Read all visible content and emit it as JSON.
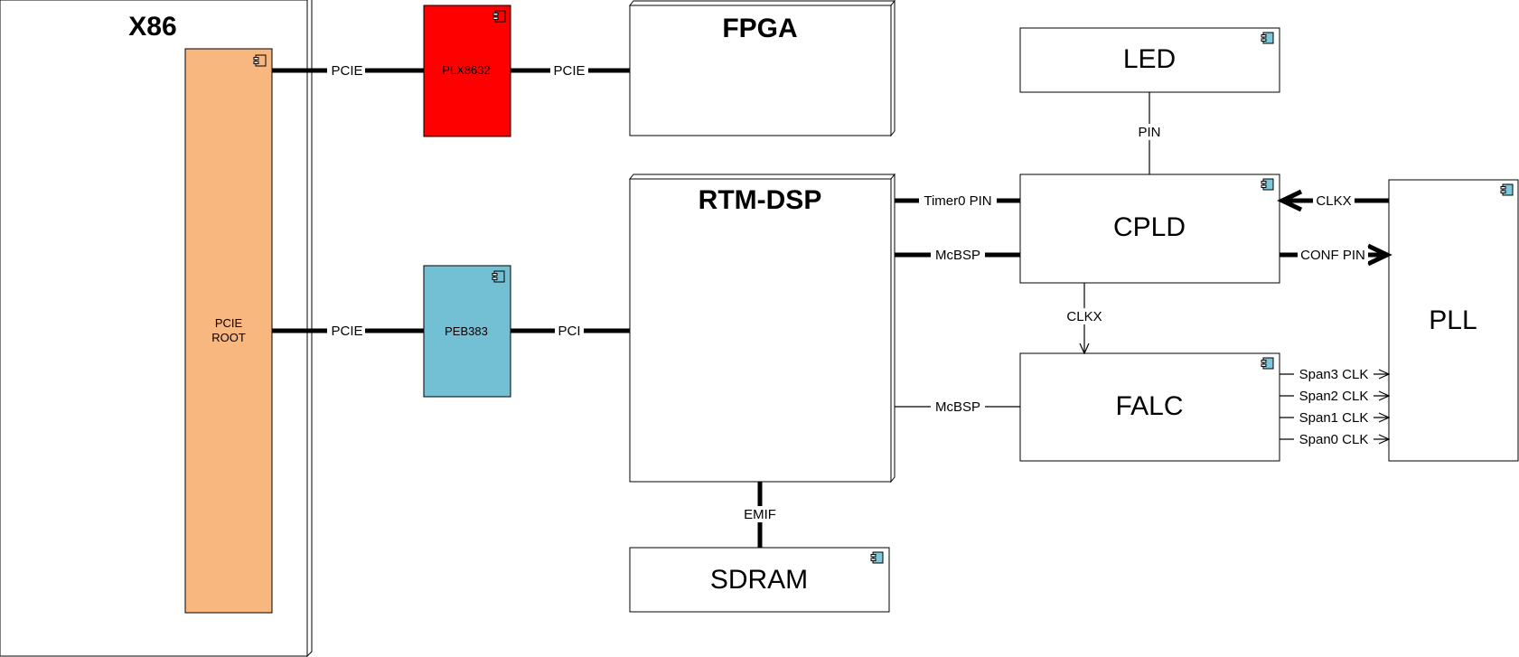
{
  "nodes": {
    "x86": "X86",
    "pcie_root": [
      "PCIE",
      "ROOT"
    ],
    "plx": "PLX8632",
    "peb": "PEB383",
    "fpga": "FPGA",
    "rtm_dsp": "RTM-DSP",
    "sdram": "SDRAM",
    "led": "LED",
    "cpld": "CPLD",
    "falc": "FALC",
    "pll": "PLL"
  },
  "edges": {
    "root_plx": "PCIE",
    "plx_fpga": "PCIE",
    "root_peb": "PCIE",
    "peb_dsp": "PCI",
    "dsp_cpld_timer": "Timer0 PIN",
    "dsp_cpld_mcbsp": "McBSP",
    "dsp_falc_mcbsp": "McBSP",
    "dsp_sdram": "EMIF",
    "led_cpld": "PIN",
    "cpld_falc": "CLKX",
    "pll_cpld": "CLKX",
    "cpld_pll": "CONF PIN",
    "falc_pll_span3": "Span3 CLK",
    "falc_pll_span2": "Span2 CLK",
    "falc_pll_span1": "Span1 CLK",
    "falc_pll_span0": "Span0 CLK"
  },
  "colors": {
    "pcie_root_fill": "#f8b77f",
    "plx_fill": "#ff0000",
    "peb_fill": "#73c0d4",
    "component_icon": "#7ec6dc"
  },
  "icons": {
    "component": "uml-component-icon"
  }
}
